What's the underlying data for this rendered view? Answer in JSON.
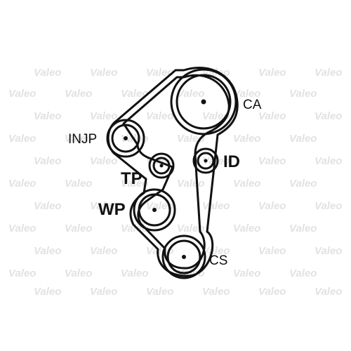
{
  "watermark": {
    "text": "Valeo"
  },
  "colors": {
    "belt": "#111111",
    "pulley": "#111111",
    "watermark": "#e2e2e2",
    "background": "#ffffff"
  },
  "pulleys": [
    {
      "id": "ca",
      "label": "CA"
    },
    {
      "id": "injp",
      "label": "INJP"
    },
    {
      "id": "tp",
      "label": "TP"
    },
    {
      "id": "id",
      "label": "ID"
    },
    {
      "id": "wp",
      "label": "WP"
    },
    {
      "id": "cs",
      "label": "CS"
    }
  ]
}
